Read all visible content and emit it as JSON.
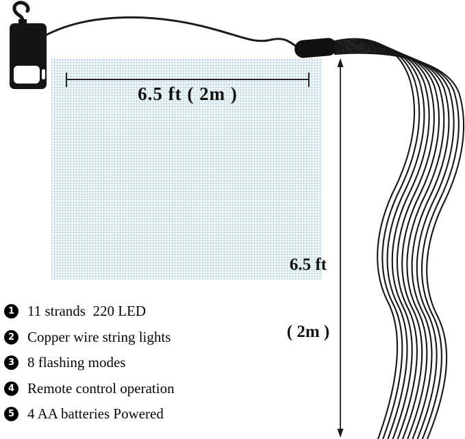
{
  "diagram": {
    "width_label": "6.5 ft ( 2m )",
    "height_label_line1": "6.5 ft",
    "height_label_line2": "( 2m )",
    "strand_count": 11,
    "strand_color": "#161616",
    "wire_color": "#1b1b1b",
    "grid_color": "#bcd6e6"
  },
  "features": [
    {
      "num": "1",
      "text": "11 strands  220 LED"
    },
    {
      "num": "2",
      "text": "Copper wire string lights"
    },
    {
      "num": "3",
      "text": "8 flashing modes"
    },
    {
      "num": "4",
      "text": "Remote control operation"
    },
    {
      "num": "5",
      "text": "4 AA batteries Powered"
    }
  ]
}
